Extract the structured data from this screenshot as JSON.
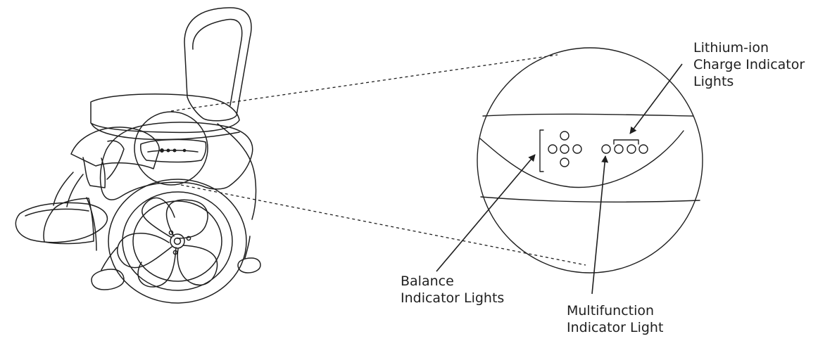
{
  "labels": {
    "lithium": {
      "line1": "Lithium-ion",
      "line2": "Charge Indicator",
      "line3": "Lights"
    },
    "balance": {
      "line1": "Balance",
      "line2": "Indicator Lights"
    },
    "multifunction": {
      "line1": "Multifunction",
      "line2": "Indicator Light"
    }
  },
  "colors": {
    "line": "#1f1f1f",
    "background": "#ffffff"
  },
  "icons": {
    "device": "mobility-device-illustration",
    "zoom": "zoomed-indicator-panel"
  }
}
